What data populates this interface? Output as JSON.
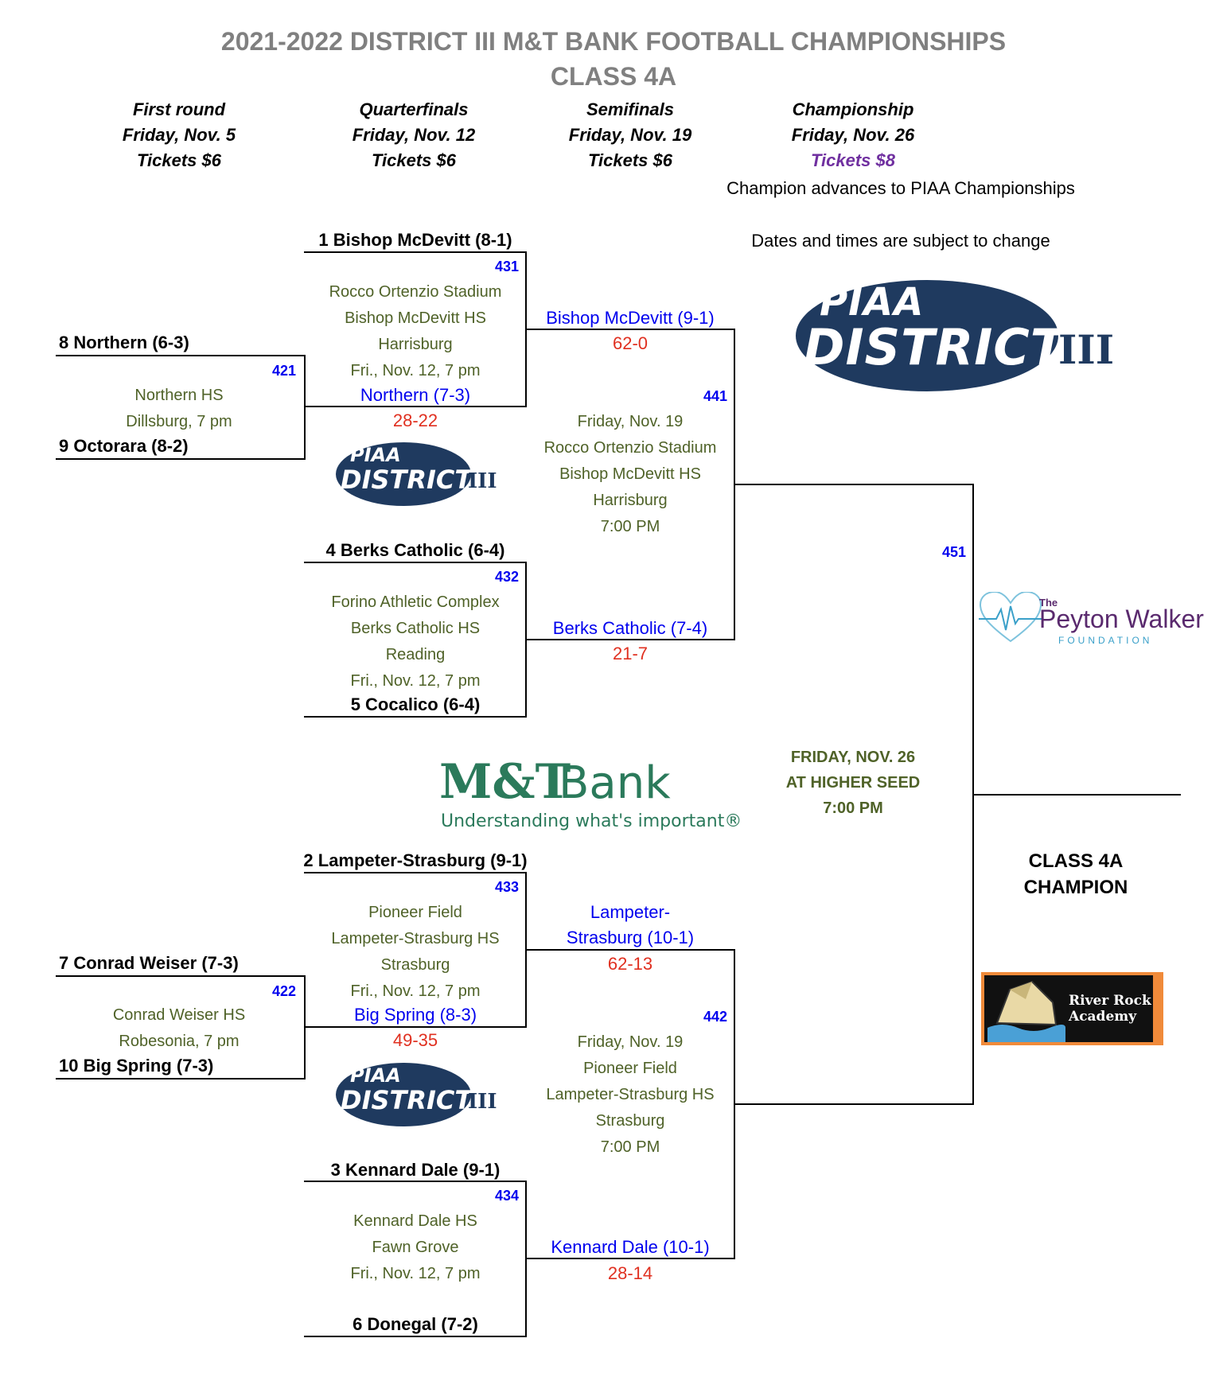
{
  "title": {
    "line1": "2021-2022 DISTRICT III M&T BANK FOOTBALL CHAMPIONSHIPS",
    "line2": "CLASS 4A"
  },
  "rounds": [
    {
      "name": "First round",
      "date": "Friday, Nov. 5",
      "tickets": "Tickets $6"
    },
    {
      "name": "Quarterfinals",
      "date": "Friday, Nov. 12",
      "tickets": "Tickets $6"
    },
    {
      "name": "Semifinals",
      "date": "Friday, Nov. 19",
      "tickets": "Tickets $6"
    },
    {
      "name": "Championship",
      "date": "Friday, Nov. 26",
      "tickets": "Tickets $8"
    }
  ],
  "notes": {
    "advance": "Champion advances to PIAA Championships",
    "disclaimer": "Dates and times are subject to change"
  },
  "colors": {
    "title": "#808080",
    "game_number": "#0000ee",
    "venue": "#4f6228",
    "winner": "#0000ee",
    "score": "#e03020",
    "championship_tickets": "#7030a0"
  },
  "first_round": [
    {
      "game": "421",
      "top": "8 Northern (6-3)",
      "bottom": "9 Octorara (8-2)",
      "venue": [
        "Northern HS",
        "Dillsburg, 7 pm"
      ]
    },
    {
      "game": "422",
      "top": "7 Conrad Weiser (7-3)",
      "bottom": "10 Big Spring (7-3)",
      "venue": [
        "Conrad Weiser HS",
        "Robesonia, 7 pm"
      ]
    }
  ],
  "quarterfinals": [
    {
      "game": "431",
      "top": "1 Bishop McDevitt (8-1)",
      "venue": [
        "Rocco Ortenzio Stadium",
        "Bishop McDevitt HS",
        "Harrisburg",
        "Fri., Nov. 12, 7 pm"
      ],
      "advancer": "Northern (7-3)",
      "advancer_score": "28-22",
      "winner": "Bishop McDevitt (9-1)",
      "score": "62-0"
    },
    {
      "game": "432",
      "top": "4 Berks Catholic (6-4)",
      "venue": [
        "Forino Athletic Complex",
        "Berks Catholic HS",
        "Reading",
        "Fri., Nov. 12, 7 pm"
      ],
      "bottom": "5 Cocalico (6-4)",
      "winner": "Berks Catholic (7-4)",
      "score": "21-7"
    },
    {
      "game": "433",
      "top": "2 Lampeter-Strasburg (9-1)",
      "venue": [
        "Pioneer Field",
        "Lampeter-Strasburg HS",
        "Strasburg",
        "Fri., Nov. 12, 7 pm"
      ],
      "advancer": "Big Spring (8-3)",
      "advancer_score": "49-35",
      "winner_line1": "Lampeter-",
      "winner_line2": "Strasburg (10-1)",
      "score": "62-13"
    },
    {
      "game": "434",
      "top": "3 Kennard Dale (9-1)",
      "venue": [
        "Kennard Dale HS",
        "Fawn Grove",
        "Fri., Nov. 12, 7 pm"
      ],
      "bottom": "6 Donegal (7-2)",
      "winner": "Kennard Dale (10-1)",
      "score": "28-14"
    }
  ],
  "semifinals": [
    {
      "game": "441",
      "venue": [
        "Friday, Nov. 19",
        "Rocco Ortenzio Stadium",
        "Bishop McDevitt HS",
        "Harrisburg",
        "7:00 PM"
      ]
    },
    {
      "game": "442",
      "venue": [
        "Friday, Nov. 19",
        "Pioneer Field",
        "Lampeter-Strasburg HS",
        "Strasburg",
        "7:00 PM"
      ]
    }
  ],
  "championship": {
    "game": "451",
    "info": [
      "FRIDAY, NOV. 26",
      "AT HIGHER SEED",
      "7:00 PM"
    ],
    "champion_label": [
      "CLASS 4A",
      "CHAMPION"
    ]
  },
  "logos": {
    "piaa": {
      "word1": "PIAA",
      "word2": "DISTRICT",
      "word3": "III"
    },
    "mt_bank": {
      "name": "M&T",
      "bank": "Bank",
      "tagline": "Understanding what's important®"
    },
    "peyton_walker": {
      "the": "The",
      "name": "Peyton Walker",
      "foundation": "FOUNDATION"
    },
    "river_rock": {
      "line1": "River Rock",
      "line2": "Academy"
    }
  }
}
